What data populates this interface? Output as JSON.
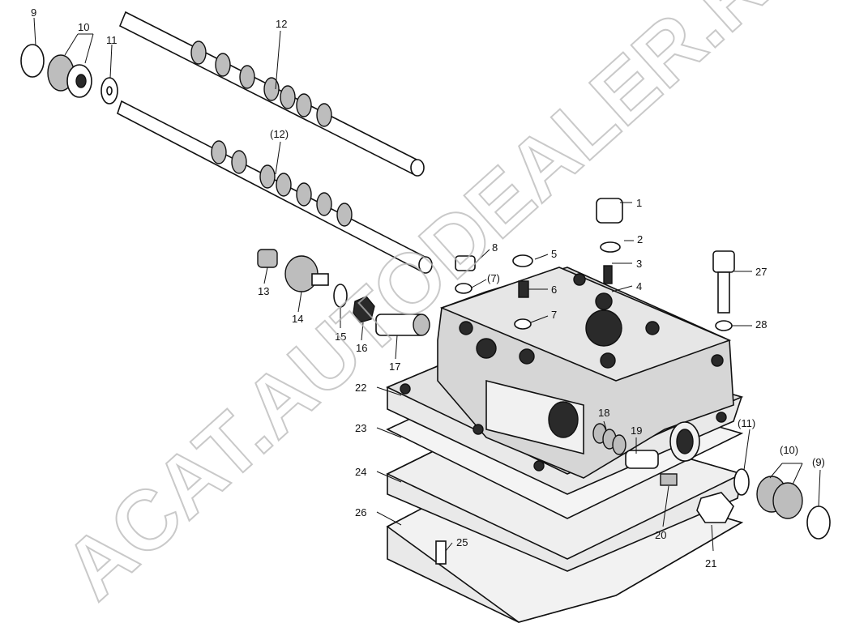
{
  "watermark": "ACAT.AUTODEALER.RU",
  "callouts": [
    "1",
    "2",
    "3",
    "4",
    "5",
    "6",
    "(7)",
    "7",
    "8",
    "9",
    "(9)",
    "10",
    "(10)",
    "11",
    "(11)",
    "12",
    "(12)",
    "13",
    "14",
    "15",
    "16",
    "17",
    "18",
    "19",
    "20",
    "21",
    "22",
    "23",
    "24",
    "25",
    "26",
    "27",
    "28"
  ]
}
